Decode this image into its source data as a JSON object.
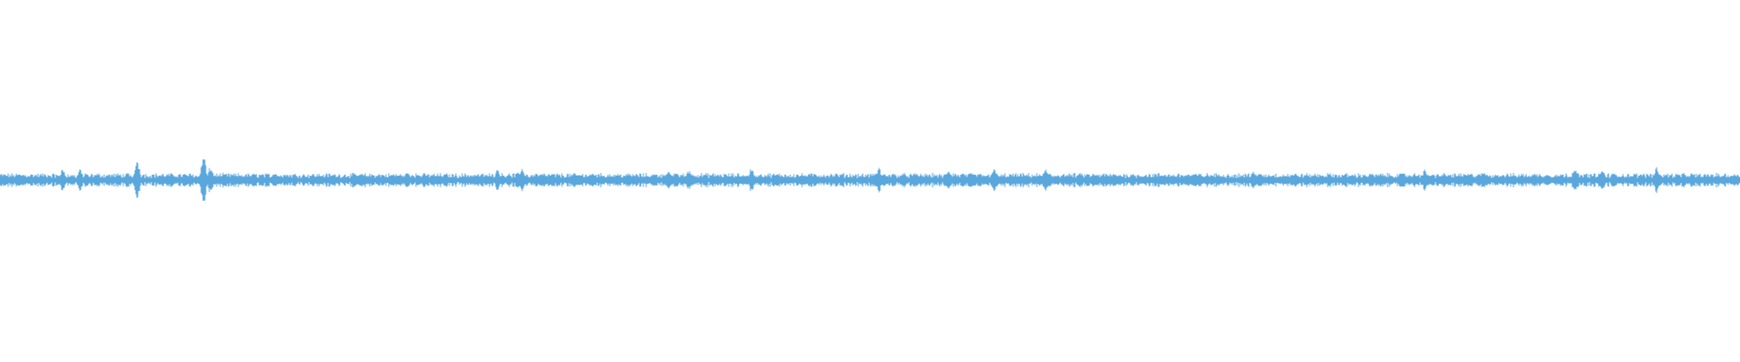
{
  "waveform": {
    "color": "#5aa7dd",
    "background": "#ffffff",
    "baseline_amplitude": 0.012,
    "noise_amplitude": 0.01,
    "spikes": [
      {
        "at": 0.036,
        "amp": 0.03
      },
      {
        "at": 0.046,
        "amp": 0.03
      },
      {
        "at": 0.079,
        "amp": 0.055
      },
      {
        "at": 0.117,
        "amp": 0.07
      },
      {
        "at": 0.121,
        "amp": 0.04
      },
      {
        "at": 0.158,
        "amp": 0.022
      },
      {
        "at": 0.234,
        "amp": 0.022
      },
      {
        "at": 0.286,
        "amp": 0.03
      },
      {
        "at": 0.3,
        "amp": 0.035
      },
      {
        "at": 0.34,
        "amp": 0.022
      },
      {
        "at": 0.384,
        "amp": 0.025
      },
      {
        "at": 0.396,
        "amp": 0.03
      },
      {
        "at": 0.432,
        "amp": 0.035
      },
      {
        "at": 0.505,
        "amp": 0.035
      },
      {
        "at": 0.545,
        "amp": 0.03
      },
      {
        "at": 0.571,
        "amp": 0.035
      },
      {
        "at": 0.601,
        "amp": 0.03
      },
      {
        "at": 0.72,
        "amp": 0.025
      },
      {
        "at": 0.819,
        "amp": 0.03
      },
      {
        "at": 0.853,
        "amp": 0.022
      },
      {
        "at": 0.905,
        "amp": 0.035
      },
      {
        "at": 0.921,
        "amp": 0.03
      },
      {
        "at": 0.952,
        "amp": 0.04
      }
    ],
    "dense_region": {
      "from": 0.0,
      "to": 1.0
    }
  }
}
